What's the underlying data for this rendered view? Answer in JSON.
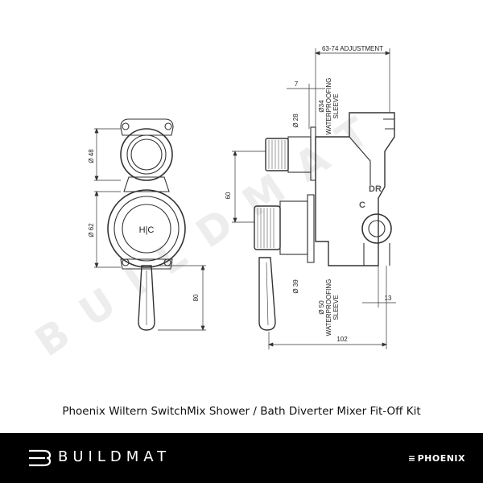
{
  "drawing": {
    "dimensions": {
      "adjustment": "63-74 ADJUSTMENT",
      "d7": "7",
      "sleeve_top_1": "WATERPROOFING",
      "sleeve_top_2": "SLEEVE",
      "sleeve_top_dia": "Ø34",
      "d28": "Ø 28",
      "d48": "Ø 48",
      "d62": "Ø 62",
      "d60": "60",
      "d80": "80",
      "d39": "Ø 39",
      "sleeve_bot_dia": "Ø 50",
      "sleeve_bot_1": "WATERPROOFING",
      "sleeve_bot_2": "SLEEVE",
      "d13": "13",
      "d102": "102",
      "hc": "H|C",
      "dr": "DR",
      "c": "C"
    }
  },
  "watermark": "BUILDMAT",
  "caption": "Phoenix Wiltern SwitchMix Shower / Bath Diverter Mixer Fit-Off Kit",
  "footer": {
    "brand": "BUILDMAT",
    "partner_mark": "≡",
    "partner": "PHOENIX",
    "colors": {
      "background": "#000000",
      "text": "#ffffff"
    }
  }
}
